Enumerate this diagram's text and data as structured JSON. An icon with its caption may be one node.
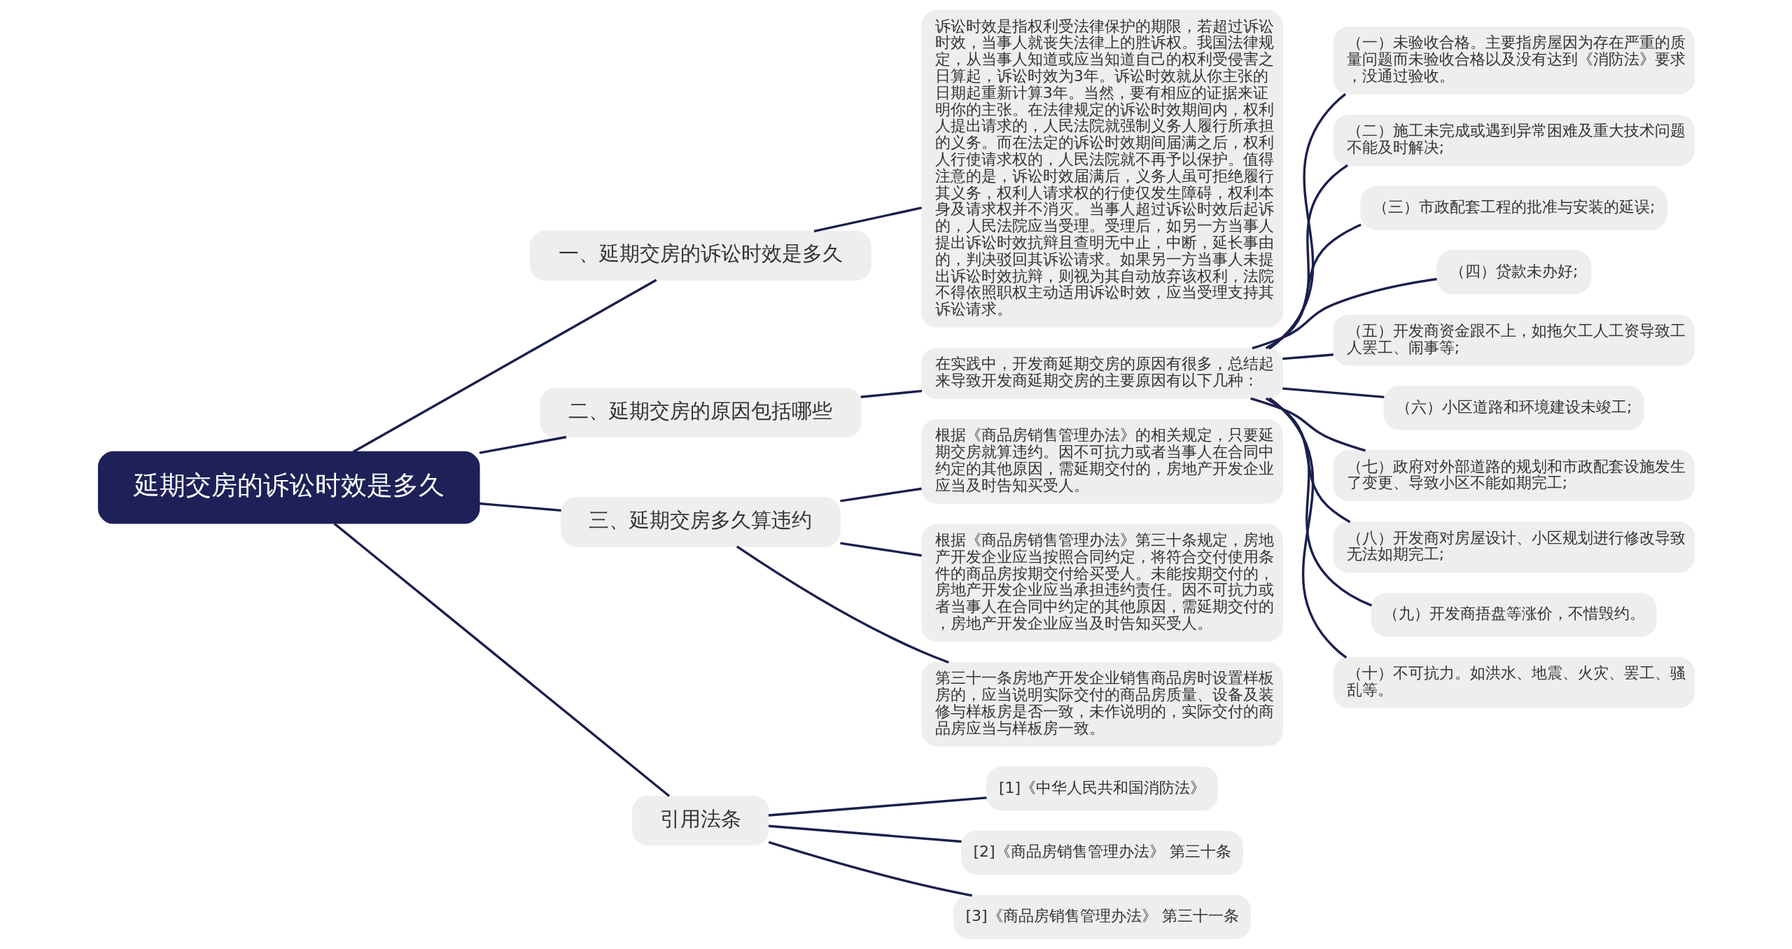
{
  "diagram": {
    "nodes": [
      {
        "text": [
          "延期交房的诉讼时效是多久"
        ]
      },
      {
        "text": [
          "一、延期交房的诉讼时效是多久"
        ]
      },
      {
        "text": [
          "诉讼时效是指权利受法律保护的期限，若超过诉讼时效，当事人就丧失法律上的胜诉权。我国法律规定，从当事人知道或应当知道自己的权利受侵害之日算起，诉讼时效为3年。诉讼时效就从你主张的日期起重新计算3年。当然，要有相应的证据来证明你的主张。在法律规定的诉讼时效期间内，权利人提出请求的，人民法院就强制义务人履行所承担的义务。而在法定的诉讼时效期间届满之后，权利人行使请求权的，人民法院就不再予以保护。值得注意的是，诉讼时效届满后，义务人虽可拒绝履行其义务，权利人请求权的行使仅发生障碍，权利本身及请求权并不消灭。当事人超过诉讼时效后起诉的，人民法院应当受理。受理后，如另一方当事人提出诉讼时效抗辩且查明无中止，中断，延长事由的，判决驳回其诉讼请求。如果另一方当事人未提出诉讼时效抗辩，则视为其自动放弃该权利，法院不得依照职权主动适用诉讼时效，应当受理支持其诉讼请求。"
        ]
      },
      {
        "text": [
          "二、延期交房的原因包括哪些"
        ]
      },
      {
        "text": [
          "在实践中，开发商延期交房的原因有很多，总结起来导致开发商延期交房的主要原因有以下几种："
        ]
      },
      {
        "text": [
          "（一）未验收合格。主要指房屋因为存在严重的质量问题而未验收合格以及没有达到《消防法》要求，没通过验收。"
        ]
      },
      {
        "text": [
          "（二）施工未完成或遇到异常困难及重大技术问题不能及时解决;"
        ]
      },
      {
        "text": [
          "（三）市政配套工程的批准与安装的延误;"
        ]
      },
      {
        "text": [
          "（四）贷款未办好;"
        ]
      },
      {
        "text": [
          "（五）开发商资金跟不上，如拖欠工人工资导致工人罢工、闹事等;"
        ]
      },
      {
        "text": [
          "（六）小区道路和环境建设未竣工;"
        ]
      },
      {
        "text": [
          "（七）政府对外部道路的规划和市政配套设施发生了变更、导致小区不能如期完工;"
        ]
      },
      {
        "text": [
          "（八）开发商对房屋设计、小区规划进行修改导致无法如期完工;"
        ]
      },
      {
        "text": [
          "（九）开发商捂盘等涨价，不惜毁约。"
        ]
      },
      {
        "text": [
          "（十）不可抗力。如洪水、地震、火灾、罢工、骚乱等。"
        ]
      },
      {
        "text": [
          "三、延期交房多久算违约"
        ]
      },
      {
        "text": [
          "根据《商品房销售管理办法》的相关规定，只要延期交房就算违约。因不可抗力或者当事人在合同中约定的其他原因，需延期交付的，房地产开发企业应当及时告知买受人。"
        ]
      },
      {
        "text": [
          "根据《商品房销售管理办法》第三十条规定，房地产开发企业应当按照合同约定，将符合交付使用条件的商品房按期交付给买受人。未能按期交付的，房地产开发企业应当承担违约责任。因不可抗力或者当事人在合同中约定的其他原因，需延期交付的，房地产开发企业应当及时告知买受人。"
        ]
      },
      {
        "text": [
          "第三十一条房地产开发企业销售商品房时设置样板房的，应当说明实际交付的商品房质量、设备及装修与样板房是否一致，未作说明的，实际交付的商品房应当与样板房一致。"
        ]
      },
      {
        "text": [
          "引用法条"
        ]
      },
      {
        "text": [
          "[1]《中华人民共和国消防法》"
        ]
      },
      {
        "text": [
          "[2]《商品房销售管理办法》 第三十条"
        ]
      },
      {
        "text": [
          "[3]《商品房销售管理办法》 第三十一条"
        ]
      }
    ],
    "edges": [
      {
        "from": 0,
        "to": 1,
        "arrow": "none"
      },
      {
        "from": 1,
        "to": 2,
        "arrow": "none"
      },
      {
        "from": 0,
        "to": 3,
        "arrow": "none"
      },
      {
        "from": 3,
        "to": 4,
        "arrow": "none"
      },
      {
        "from": 4,
        "to": 5,
        "arrow": "none"
      },
      {
        "from": 4,
        "to": 6,
        "arrow": "none"
      },
      {
        "from": 4,
        "to": 7,
        "arrow": "none"
      },
      {
        "from": 4,
        "to": 8,
        "arrow": "none"
      },
      {
        "from": 4,
        "to": 9,
        "arrow": "none"
      },
      {
        "from": 4,
        "to": 10,
        "arrow": "none"
      },
      {
        "from": 4,
        "to": 11,
        "arrow": "none"
      },
      {
        "from": 4,
        "to": 12,
        "arrow": "none"
      },
      {
        "from": 4,
        "to": 13,
        "arrow": "none"
      },
      {
        "from": 4,
        "to": 14,
        "arrow": "none"
      },
      {
        "from": 0,
        "to": 15,
        "arrow": "none"
      },
      {
        "from": 15,
        "to": 16,
        "arrow": "none"
      },
      {
        "from": 15,
        "to": 17,
        "arrow": "none"
      },
      {
        "from": 15,
        "to": 18,
        "arrow": "none"
      },
      {
        "from": 0,
        "to": 19,
        "arrow": "none"
      },
      {
        "from": 19,
        "to": 20,
        "arrow": "none"
      },
      {
        "from": 19,
        "to": 21,
        "arrow": "none"
      },
      {
        "from": 19,
        "to": 22,
        "arrow": "none"
      }
    ]
  }
}
